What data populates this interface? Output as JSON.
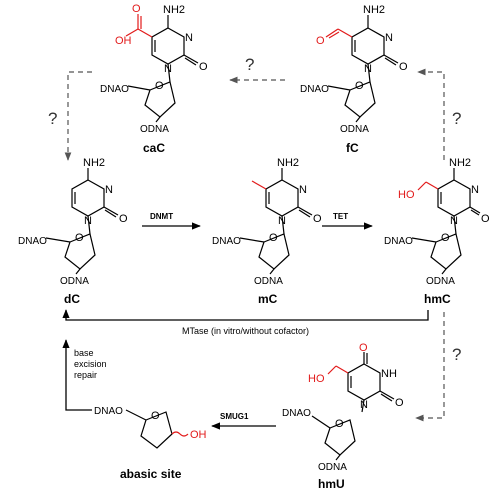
{
  "molecules": {
    "cac": {
      "name": "caC",
      "dnao": "DNAO",
      "odna": "ODNA",
      "nh2": "NH2",
      "o": "O",
      "oh": "OH",
      "n": "N"
    },
    "fc": {
      "name": "fC",
      "dnao": "DNAO",
      "odna": "ODNA",
      "nh2": "NH2",
      "o": "O",
      "n": "N"
    },
    "dc": {
      "name": "dC",
      "dnao": "DNAO",
      "odna": "ODNA",
      "nh2": "NH2",
      "o": "O",
      "n": "N"
    },
    "mc": {
      "name": "mC",
      "dnao": "DNAO",
      "odna": "ODNA",
      "nh2": "NH2",
      "o": "O",
      "n": "N"
    },
    "hmc": {
      "name": "hmC",
      "dnao": "DNAO",
      "odna": "ODNA",
      "nh2": "NH2",
      "o": "O",
      "ho": "HO",
      "n": "N"
    },
    "hmu": {
      "name": "hmU",
      "dnao": "DNAO",
      "odna": "ODNA",
      "o": "O",
      "ho": "HO",
      "nh": "NH",
      "n": "N"
    },
    "abasic": {
      "name": "abasic site",
      "dnao": "DNAO",
      "oh": "OH",
      "o": "O"
    }
  },
  "arrows": {
    "dnmt": "DNMT",
    "tet": "TET",
    "smug1": "SMUG1",
    "mtase": "MTase (in vitro/without cofactor)",
    "ber_line1": "base",
    "ber_line2": "excision",
    "ber_line3": "repair",
    "question": "?"
  },
  "colors": {
    "highlight": "#e21b1b"
  }
}
